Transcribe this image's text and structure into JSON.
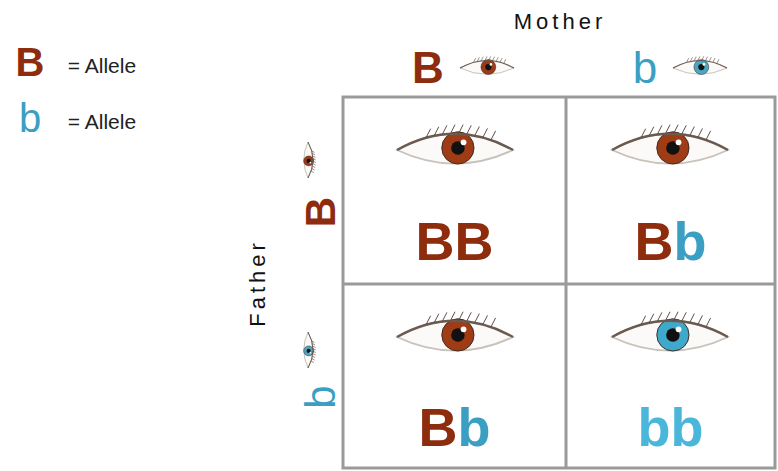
{
  "diagram": {
    "nodes": [
      {
        "text": [
          "BB"
        ]
      },
      {
        "text": [
          "B",
          "b"
        ]
      },
      {
        "text": [
          "B",
          "b"
        ]
      },
      {
        "text": [
          "bb"
        ]
      }
    ],
    "labels": [
      "B",
      "= Allele",
      "b",
      "= Allele",
      "Mother",
      "B",
      "b",
      "Father",
      "B",
      "b"
    ]
  }
}
